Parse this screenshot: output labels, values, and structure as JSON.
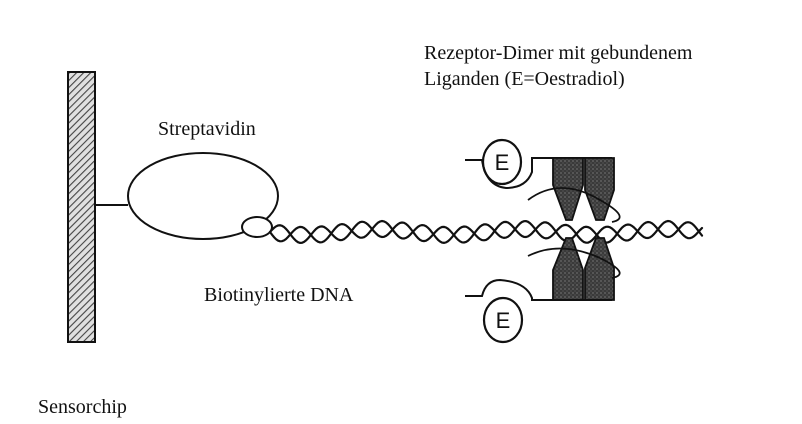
{
  "labels": {
    "receptor_line1": "Rezeptor-Dimer mit gebundenem",
    "receptor_line2": "Liganden (E=Oestradiol)",
    "streptavidin": "Streptavidin",
    "dna": "Biotinylierte DNA",
    "sensorchip": "Sensorchip"
  },
  "ligand_symbol": "E",
  "colors": {
    "ink": "#111111",
    "hatch": "#555555",
    "receptor_fill": "#4a4a4a",
    "background": "#ffffff"
  }
}
